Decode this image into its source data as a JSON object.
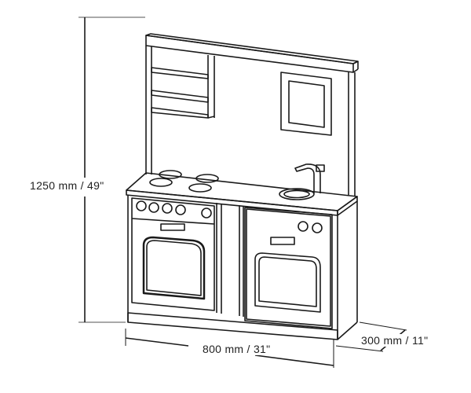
{
  "dimensions": {
    "height_label": "1250 mm / 49\"",
    "width_label": "800 mm / 31\"",
    "depth_label": "300 mm / 11\""
  },
  "colors": {
    "line": "#1a1a1a",
    "background": "#ffffff"
  }
}
